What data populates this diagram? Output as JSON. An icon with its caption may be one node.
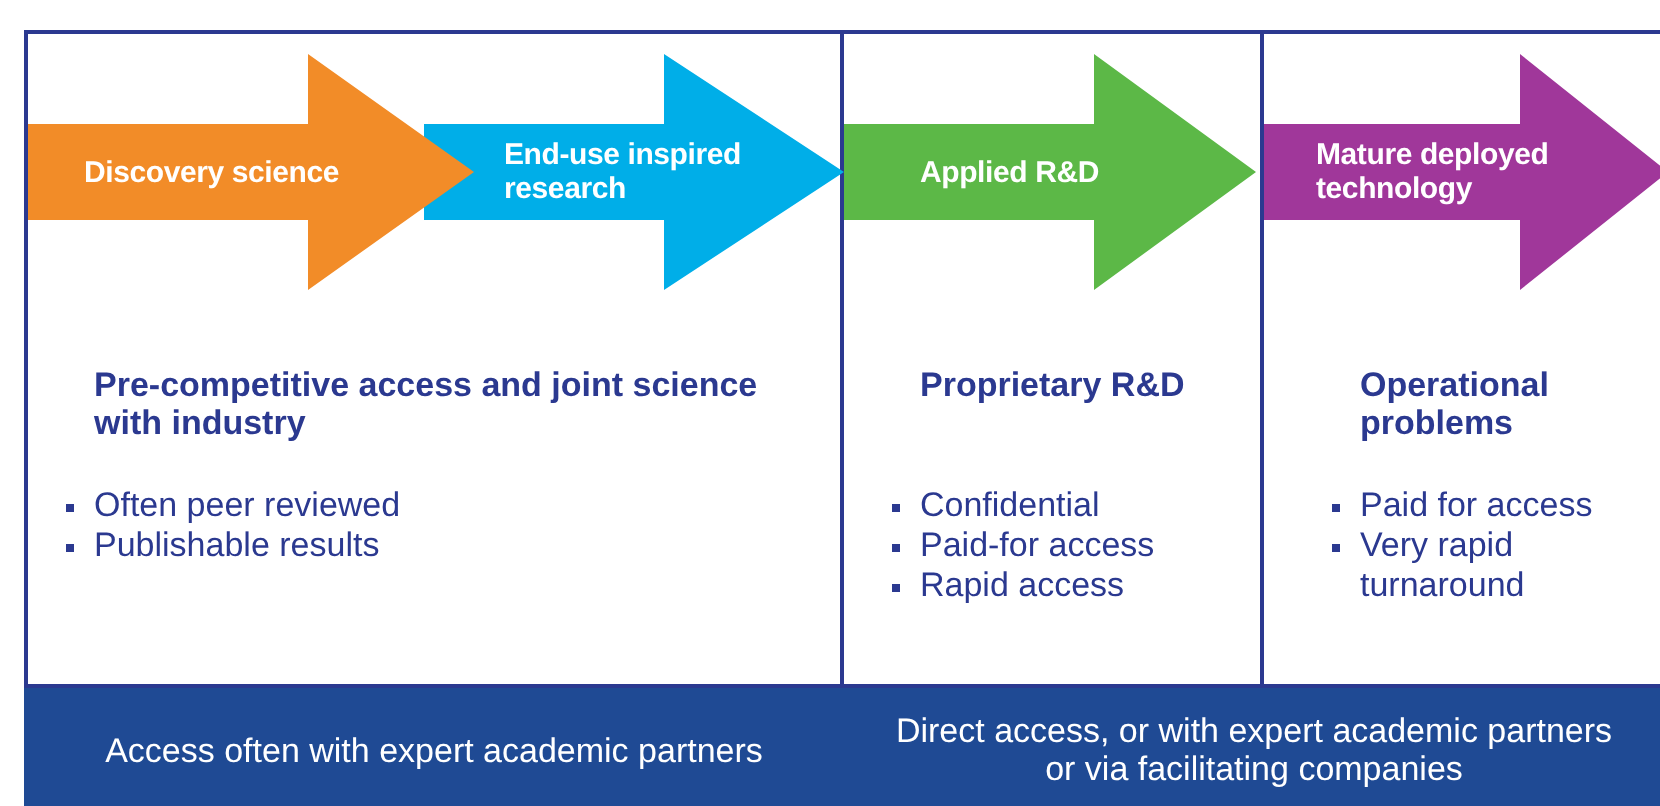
{
  "diagram": {
    "nodes": [
      {
        "text": [
          "Pre-competitive access and joint science with industry",
          "Often peer reviewed",
          "Publishable results"
        ]
      },
      {
        "text": [
          "Discovery science"
        ],
        "in": 0
      },
      {
        "text": [
          "End-use inspired research"
        ],
        "in": 0
      },
      {
        "text": [
          "Proprietary R&D",
          "Confidential",
          "Paid-for access",
          "Rapid access"
        ]
      },
      {
        "text": [
          "Applied R&D"
        ],
        "in": 3
      },
      {
        "text": [
          "Operational problems",
          "Paid for access",
          "Very rapid turnaround"
        ]
      },
      {
        "text": [
          "Mature deployed technology"
        ],
        "in": 5
      },
      {
        "text": [
          "Access often with expert academic partners"
        ]
      },
      {
        "text": [
          "Direct access, or with expert academic partners or via facilitating companies"
        ]
      }
    ]
  }
}
